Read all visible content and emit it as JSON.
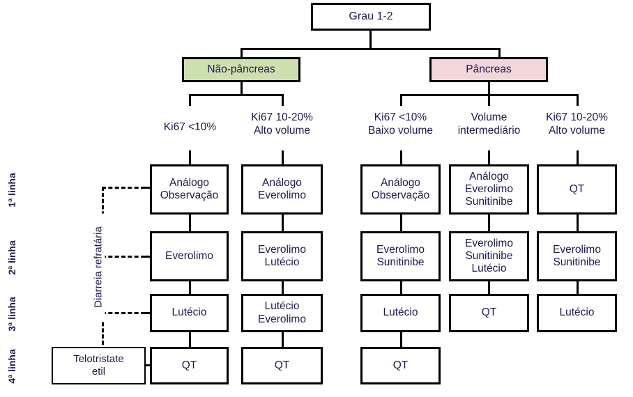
{
  "diagram": {
    "title": "Grau 1-2",
    "colors": {
      "non_pancreas_fill": "#cfe0b0",
      "pancreas_fill": "#f2d7da",
      "text": "#1b1b4f",
      "stroke": "#000000"
    },
    "root": {
      "label": "Grau 1-2"
    },
    "branches": [
      {
        "id": "nao-pancreas",
        "label": "Não-pâncreas"
      },
      {
        "id": "pancreas",
        "label": "Pâncreas"
      }
    ],
    "row_labels": [
      {
        "id": "linha-1",
        "label": "1ª linha"
      },
      {
        "id": "linha-2",
        "label": "2ª linha"
      },
      {
        "id": "linha-3",
        "label": "3ª linha"
      },
      {
        "id": "linha-4",
        "label": "4ª linha"
      }
    ],
    "side_note": {
      "label": "Diarreia refratária"
    },
    "side_box": {
      "line1": "Telotristate",
      "line2": "etil"
    },
    "columns": [
      {
        "id": "col-1",
        "group": "nao-pancreas",
        "header": {
          "line1": "Ki67 <10%",
          "line2": ""
        },
        "cells": [
          {
            "line1": "Análogo",
            "line2": "Observação",
            "line3": ""
          },
          {
            "line1": "Everolimo",
            "line2": "",
            "line3": ""
          },
          {
            "line1": "Lutécio",
            "line2": "",
            "line3": ""
          },
          {
            "line1": "QT",
            "line2": "",
            "line3": ""
          }
        ]
      },
      {
        "id": "col-2",
        "group": "nao-pancreas",
        "header": {
          "line1": "Ki67 10-20%",
          "line2": "Alto volume"
        },
        "cells": [
          {
            "line1": "Análogo",
            "line2": "Everolimo",
            "line3": ""
          },
          {
            "line1": "Everolimo",
            "line2": "Lutécio",
            "line3": ""
          },
          {
            "line1": "Lutécio",
            "line2": "Everolimo",
            "line3": ""
          },
          {
            "line1": "QT",
            "line2": "",
            "line3": ""
          }
        ]
      },
      {
        "id": "col-3",
        "group": "pancreas",
        "header": {
          "line1": "Ki67 <10%",
          "line2": "Baixo volume"
        },
        "cells": [
          {
            "line1": "Análogo",
            "line2": "Observação",
            "line3": ""
          },
          {
            "line1": "Everolimo",
            "line2": "Sunitinibe",
            "line3": ""
          },
          {
            "line1": "Lutécio",
            "line2": "",
            "line3": ""
          },
          {
            "line1": "QT",
            "line2": "",
            "line3": ""
          }
        ]
      },
      {
        "id": "col-4",
        "group": "pancreas",
        "header": {
          "line1": "Volume",
          "line2": "intermediário"
        },
        "cells": [
          {
            "line1": "Análogo",
            "line2": "Everolimo",
            "line3": "Sunitinibe"
          },
          {
            "line1": "Everolimo",
            "line2": "Sunitinibe",
            "line3": "Lutécio"
          },
          {
            "line1": "QT",
            "line2": "",
            "line3": ""
          }
        ]
      },
      {
        "id": "col-5",
        "group": "pancreas",
        "header": {
          "line1": "Ki67 10-20%",
          "line2": "Alto volume"
        },
        "cells": [
          {
            "line1": "QT",
            "line2": "",
            "line3": ""
          },
          {
            "line1": "Everolimo",
            "line2": "Sunitinibe",
            "line3": ""
          },
          {
            "line1": "Lutécio",
            "line2": "",
            "line3": ""
          }
        ]
      }
    ]
  }
}
